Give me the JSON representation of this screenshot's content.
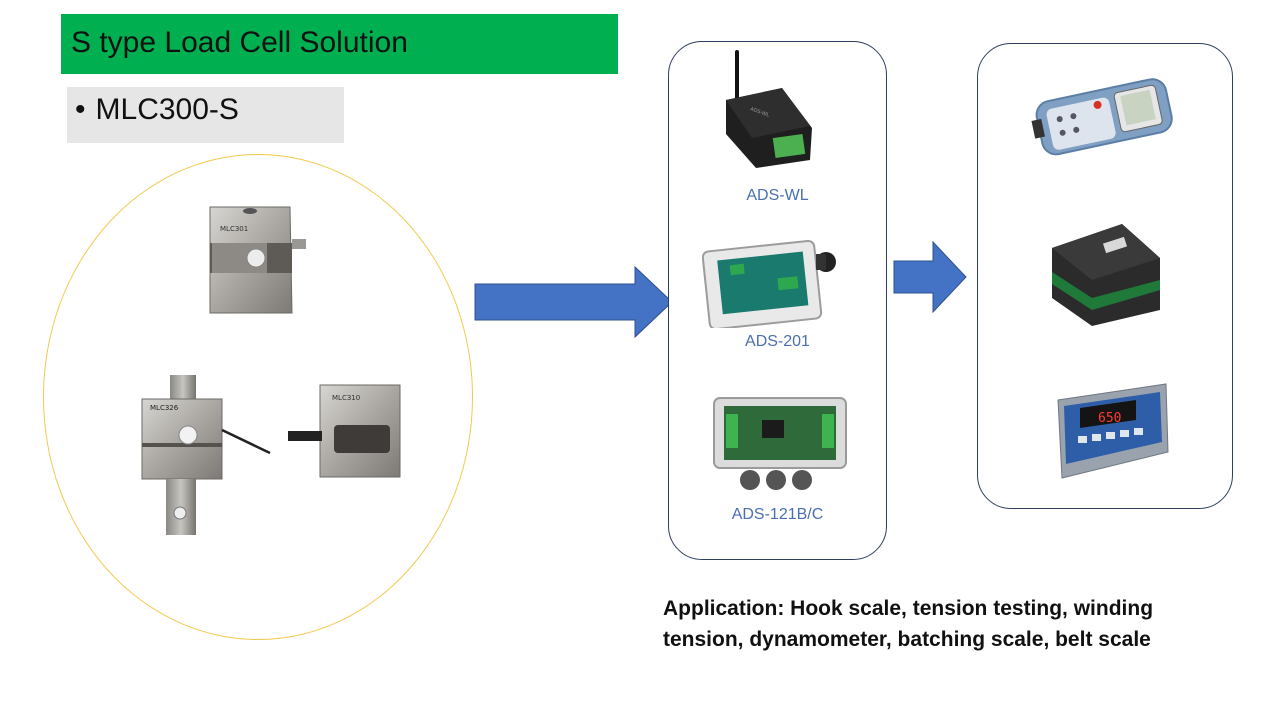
{
  "title": "S type Load Cell Solution",
  "model": {
    "bullet": "•",
    "name": "MLC300-S"
  },
  "load_cells": [
    {
      "label": "MLC301"
    },
    {
      "label": "MLC326"
    },
    {
      "label": "MLC310"
    }
  ],
  "modules": [
    {
      "label": "ADS-WL"
    },
    {
      "label": "ADS-201"
    },
    {
      "label": "ADS-121B/C"
    }
  ],
  "indicator_display": "650",
  "application": "Application: Hook scale, tension testing, winding tension, dynamometer, batching scale, belt scale",
  "colors": {
    "title_bg": "#00b050",
    "model_bg": "#e7e6e6",
    "oval_border": "#f2c94c",
    "arrow": "#4472c4",
    "panel_border": "#2f3f5f",
    "module_label": "#4a6fb0"
  }
}
